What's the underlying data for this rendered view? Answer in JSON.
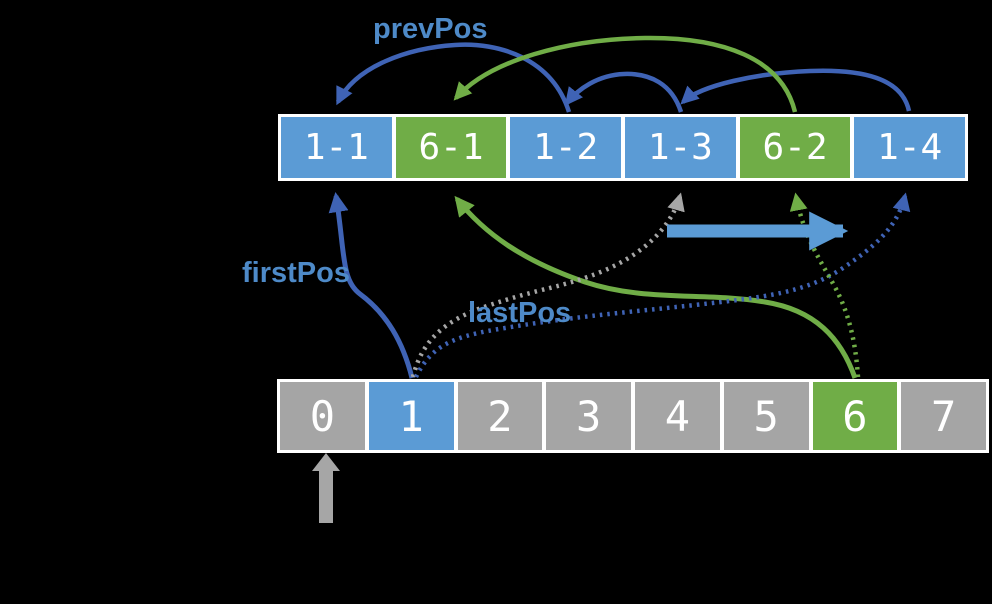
{
  "background_color": "#000000",
  "labels": {
    "prev_pos": "prevPos",
    "first_pos": "firstPos",
    "last_pos": "lastPos"
  },
  "node_row": {
    "cells": [
      {
        "label": "1-1",
        "color": "#5B9BD5"
      },
      {
        "label": "6-1",
        "color": "#70AD47"
      },
      {
        "label": "1-2",
        "color": "#5B9BD5"
      },
      {
        "label": "1-3",
        "color": "#5B9BD5"
      },
      {
        "label": "6-2",
        "color": "#70AD47"
      },
      {
        "label": "1-4",
        "color": "#5B9BD5"
      }
    ]
  },
  "array_row": {
    "cells": [
      {
        "label": "0",
        "color": "#A5A5A5"
      },
      {
        "label": "1",
        "color": "#5B9BD5"
      },
      {
        "label": "2",
        "color": "#A5A5A5"
      },
      {
        "label": "3",
        "color": "#A5A5A5"
      },
      {
        "label": "4",
        "color": "#A5A5A5"
      },
      {
        "label": "5",
        "color": "#A5A5A5"
      },
      {
        "label": "6",
        "color": "#70AD47"
      },
      {
        "label": "7",
        "color": "#A5A5A5"
      }
    ]
  },
  "colors": {
    "node_blue": "#5B9BD5",
    "node_green": "#70AD47",
    "node_gray": "#A5A5A5",
    "arc_blue": "#3F63B5",
    "arc_green": "#70AD47",
    "dotted_gray": "#A6A6A6",
    "label_blue": "#4E8AC8",
    "move_arrow_blue": "#5B9BD5",
    "text_white": "#FFFFFF"
  },
  "connections": {
    "prev_pos_links": [
      {
        "from": "1-2",
        "to": "1-1",
        "style": "solid-blue-arc"
      },
      {
        "from": "1-3",
        "to": "1-2",
        "style": "solid-blue-arc"
      },
      {
        "from": "1-4",
        "to": "1-3",
        "style": "solid-blue-arc"
      },
      {
        "from": "6-2",
        "to": "6-1",
        "style": "solid-green-arc"
      }
    ],
    "first_pos_links": [
      {
        "from": "array-1",
        "to": "1-1",
        "style": "solid-blue"
      },
      {
        "from": "array-6",
        "to": "6-1",
        "style": "solid-green"
      }
    ],
    "last_pos_links": [
      {
        "from": "array-1",
        "to": "1-3",
        "style": "dotted-gray-old"
      },
      {
        "from": "array-1",
        "to": "1-4",
        "style": "dotted-blue"
      },
      {
        "from": "array-6",
        "to": "6-2",
        "style": "dotted-green"
      }
    ],
    "move_arrow": {
      "direction": "right",
      "meaning": "lastPos moves forward"
    },
    "array_pointer": {
      "at": "array-0",
      "style": "gray-up-arrow"
    }
  }
}
